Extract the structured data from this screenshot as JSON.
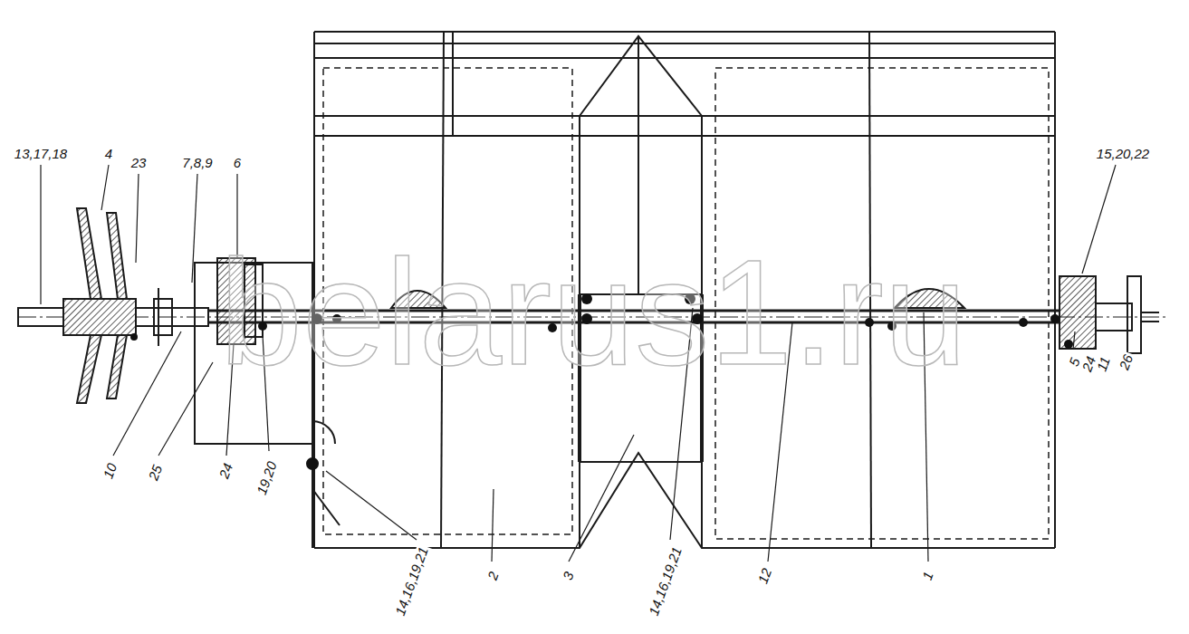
{
  "diagram": {
    "labels": [
      "13,17,18",
      "4",
      "23",
      "7,8,9",
      "6",
      "15,20,22",
      "5",
      "24",
      "11",
      "26",
      "10",
      "25",
      "24",
      "19,20",
      "14,16,19,21",
      "2",
      "3",
      "14,16,19,21",
      "12",
      "1",
      "belarus1.ru"
    ]
  }
}
